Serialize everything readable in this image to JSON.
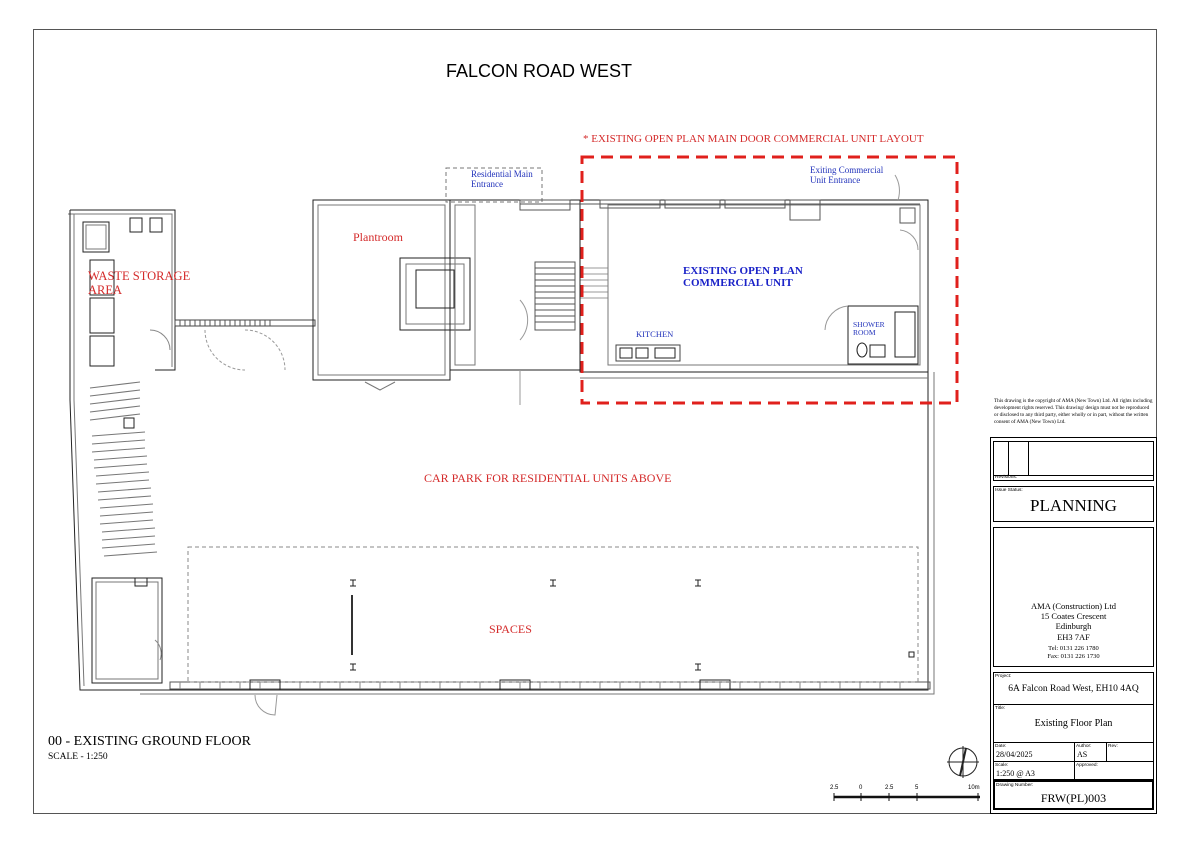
{
  "drawing": {
    "title": "FALCON ROAD WEST",
    "note": "* EXISTING OPEN PLAN MAIN DOOR COMMERCIAL UNIT LAYOUT",
    "labels": {
      "residential_entrance_1": "Residential Main",
      "residential_entrance_2": "Entrance",
      "commercial_entrance_1": "Exiting Commercial",
      "commercial_entrance_2": "Unit Entrance",
      "plantroom": "Plantroom",
      "waste_1": "WASTE STORAGE",
      "waste_2": "AREA",
      "open_plan_1": "EXISTING OPEN PLAN",
      "open_plan_2": "COMMERCIAL UNIT",
      "kitchen": "KITCHEN",
      "shower_1": "SHOWER",
      "shower_2": "ROOM",
      "car_park": "CAR PARK FOR RESIDENTIAL UNITS ABOVE",
      "spaces": "SPACES"
    },
    "floor_label": "00 - EXISTING GROUND FLOOR",
    "scale_label": "SCALE - 1:250",
    "scale_bar": [
      "2.5",
      "0",
      "2.5",
      "5",
      "10m"
    ],
    "colors": {
      "red": "#d42a2a",
      "blue": "#2233bb",
      "highlight": "#e0201c"
    }
  },
  "title_block": {
    "copyright": "This drawing is the copyright of AMA (New Town) Ltd. All rights including development rights reserved. This drawing/ design must not be reproduced or disclosed to any third party, either wholly or in part, without the written consent of AMA (New Town) Ltd.",
    "revisions_label": "Revisions:",
    "issue_status_label": "Issue Status:",
    "issue_status": "PLANNING",
    "company": {
      "name": "AMA (Construction) Ltd",
      "address_1": "15 Coates Crescent",
      "address_2": "Edinburgh",
      "postcode": "EH3 7AF",
      "tel": "Tel: 0131 226 1780",
      "fax": "Fax: 0131 226 1730"
    },
    "project_label": "Project:",
    "project": "6A Falcon Road West, EH10 4AQ",
    "title_label": "Title:",
    "title": "Existing Floor Plan",
    "date_label": "Date:",
    "date": "28/04/2025",
    "author_label": "Author:",
    "author": "AS",
    "rev_label": "Rev:",
    "scale_label": "Scale:",
    "scale": "1:250 @ A3",
    "approved_label": "Approved:",
    "drawing_number_label": "Drawing Number:",
    "drawing_number": "FRW(PL)003"
  }
}
